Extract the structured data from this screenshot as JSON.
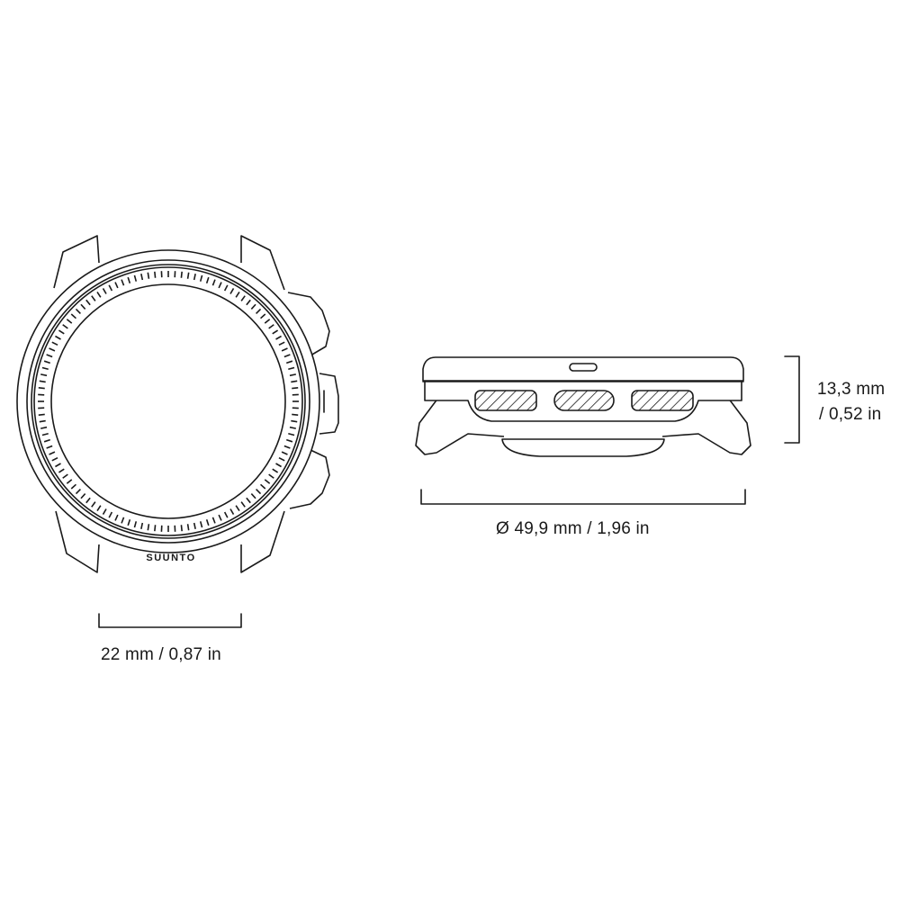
{
  "front_view": {
    "brand": "SUUNTO",
    "width_label": "22 mm / 0,87 in"
  },
  "side_view": {
    "diameter_label": "Ø 49,9 mm / 1,96 in",
    "height_label_mm": "13,3 mm",
    "height_label_in": "/ 0,52 in"
  },
  "colors": {
    "line": "#1a1a1a",
    "background": "#ffffff"
  }
}
